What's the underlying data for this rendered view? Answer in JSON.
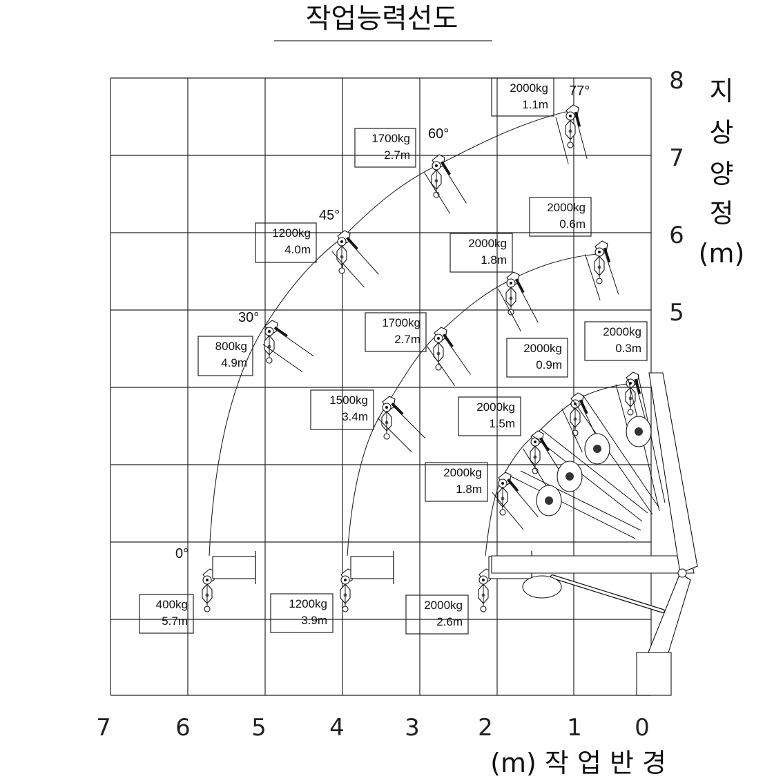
{
  "title": "작업능력선도",
  "y_axis": {
    "label_chars": [
      "지",
      "상",
      "양",
      "정"
    ],
    "unit": "(m)",
    "ticks": [
      "8",
      "7",
      "6",
      "5"
    ]
  },
  "x_axis": {
    "label": "(m) 작 업 반 경",
    "ticks": [
      "7",
      "6",
      "5",
      "4",
      "3",
      "2",
      "1",
      "0"
    ]
  },
  "angles": [
    "77°",
    "60°",
    "45°",
    "30°",
    "0°"
  ],
  "load_boxes": [
    {
      "load": "2000kg",
      "radius": "1.1m"
    },
    {
      "load": "1700kg",
      "radius": "2.7m"
    },
    {
      "load": "1200kg",
      "radius": "4.0m"
    },
    {
      "load": "800kg",
      "radius": "4.9m"
    },
    {
      "load": "400kg",
      "radius": "5.7m"
    },
    {
      "load": "2000kg",
      "radius": "0.6m"
    },
    {
      "load": "2000kg",
      "radius": "1.8m"
    },
    {
      "load": "1700kg",
      "radius": "2.7m"
    },
    {
      "load": "2000kg",
      "radius": "0.9m"
    },
    {
      "load": "2000kg",
      "radius": "0.3m"
    },
    {
      "load": "1500kg",
      "radius": "3.4m"
    },
    {
      "load": "2000kg",
      "radius": "1.5m"
    },
    {
      "load": "2000kg",
      "radius": "1.8m"
    },
    {
      "load": "1200kg",
      "radius": "3.9m"
    },
    {
      "load": "2000kg",
      "radius": "2.6m"
    }
  ]
}
